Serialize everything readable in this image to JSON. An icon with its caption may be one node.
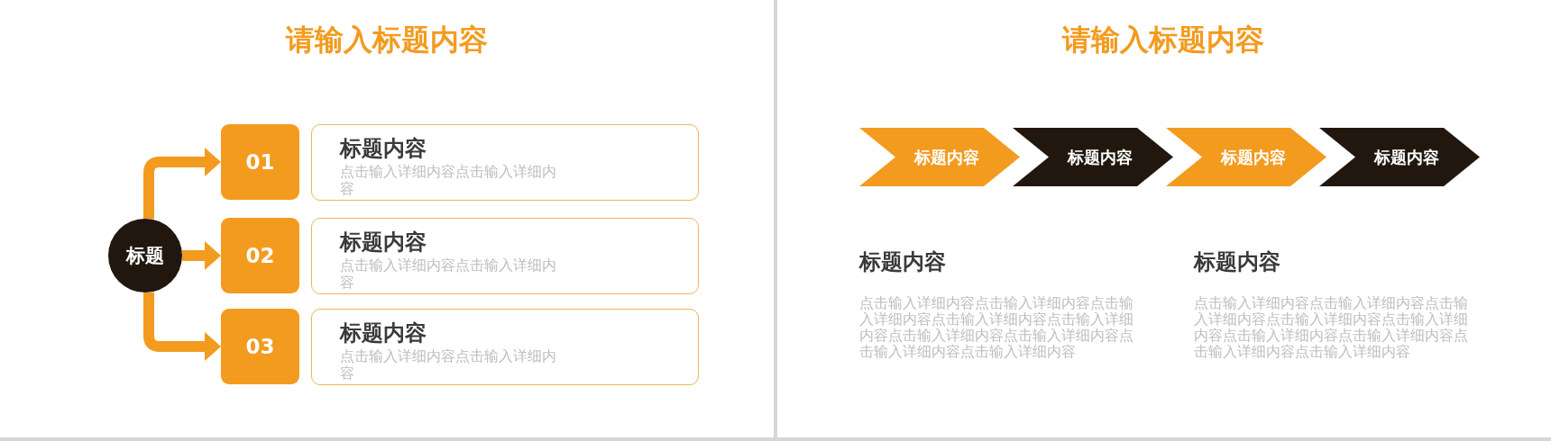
{
  "diagram": {
    "title": "请输入标题内容",
    "nodes": [
      {
        "text": [
          "标题"
        ]
      },
      {
        "text": [
          "01"
        ]
      },
      {
        "text": [
          "标题内容",
          "点击输入详细内容点击输入详细内容"
        ]
      },
      {
        "text": [
          "02"
        ]
      },
      {
        "text": [
          "标题内容",
          "点击输入详细内容点击输入详细内容"
        ]
      },
      {
        "text": [
          "03"
        ]
      },
      {
        "text": [
          "标题内容",
          "点击输入详细内容点击输入详细内容"
        ]
      },
      {
        "text": [
          "标题内容"
        ]
      },
      {
        "text": [
          "标题内容"
        ]
      },
      {
        "text": [
          "标题内容"
        ]
      },
      {
        "text": [
          "标题内容"
        ]
      }
    ],
    "edges": [
      {
        "from": 0,
        "to": 1,
        "arrow": "to"
      },
      {
        "from": 0,
        "to": 3,
        "arrow": "to"
      },
      {
        "from": 0,
        "to": 5,
        "arrow": "to"
      }
    ],
    "labels": [
      "请输入标题内容",
      "标题内容",
      "点击输入详细内容点击输入详细内容点击输入详细内容点击输入详细内容点击输入详细内容点击输入详细内容点击输入详细内容点击输入详细内容点击输入详细内容",
      "标题内容",
      "点击输入详细内容点击输入详细内容点击输入详细内容点击输入详细内容点击输入详细内容点击输入详细内容点击输入详细内容点击输入详细内容点击输入详细内容"
    ]
  }
}
